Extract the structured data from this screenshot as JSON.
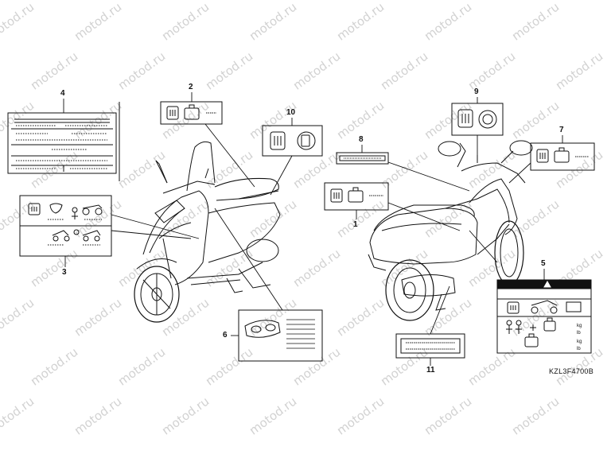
{
  "watermark": "motod.ru",
  "part_code": "KZL3F4700B",
  "callouts": {
    "c1": "1",
    "c2": "2",
    "c3": "3",
    "c4": "4",
    "c5": "5",
    "c6": "6",
    "c7": "7",
    "c8": "8",
    "c9": "9",
    "c10": "10",
    "c11": "11"
  },
  "label5_units": {
    "u1": "kg",
    "u2": "lb",
    "u3": "kg",
    "u4": "lb"
  },
  "colors": {
    "line": "#111111",
    "watermark": "#d2d2d2",
    "warning_band": "#111111"
  }
}
